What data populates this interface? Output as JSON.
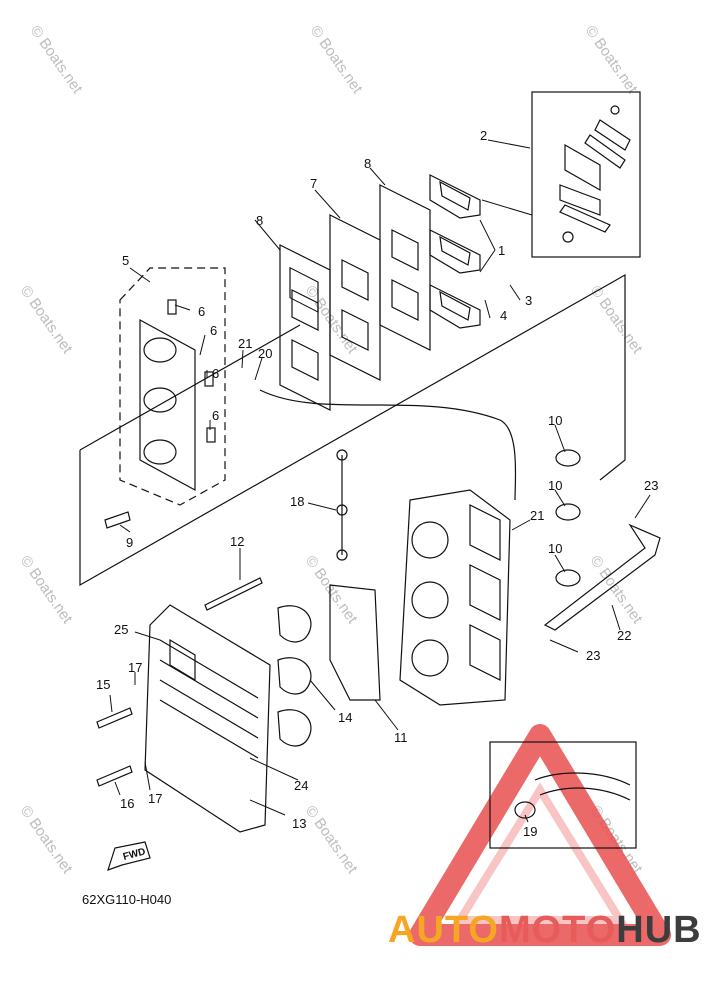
{
  "diagram": {
    "part_code": "62XG110-H040",
    "fwd_label": "FWD",
    "watermark_text": "© Boats.net",
    "callouts": [
      "1",
      "2",
      "3",
      "4",
      "5",
      "6",
      "6",
      "6",
      "6",
      "7",
      "8",
      "8",
      "9",
      "10",
      "10",
      "10",
      "11",
      "12",
      "13",
      "14",
      "15",
      "16",
      "17",
      "17",
      "18",
      "19",
      "20",
      "21",
      "21",
      "22",
      "23",
      "23",
      "24",
      "25"
    ]
  },
  "logo": {
    "part1": "AUTO",
    "part2": "MOTO",
    "part3": "HUB",
    "colors": {
      "auto": "#f6a623",
      "moto": "#e85b5b",
      "hub": "#3d3d3d",
      "triangle": "#e8504f"
    }
  }
}
